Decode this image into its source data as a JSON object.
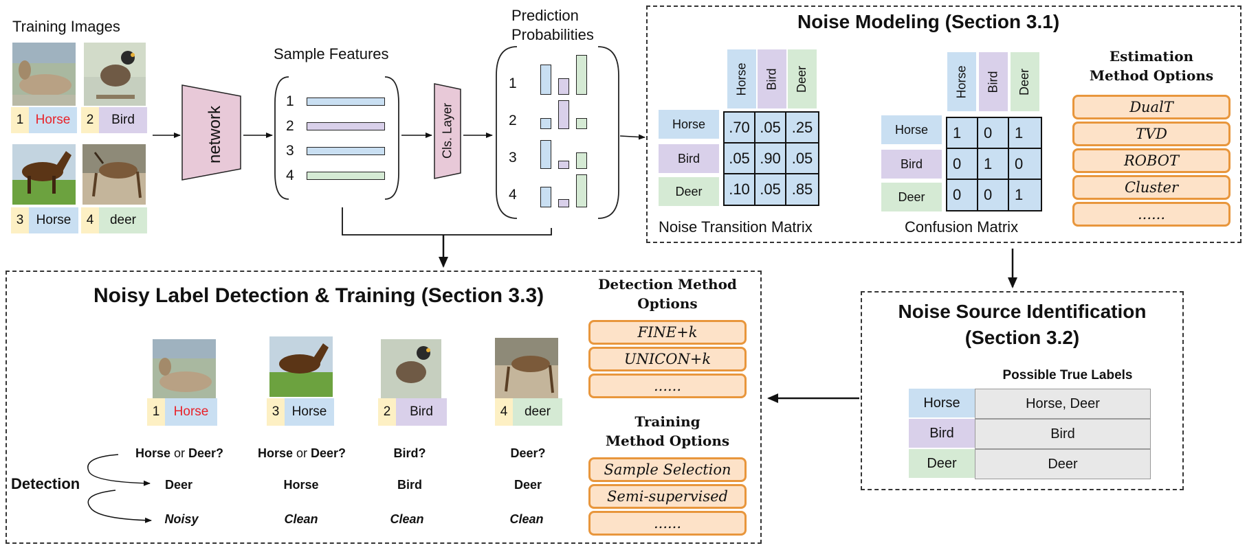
{
  "colors": {
    "blue": "#c9dff2",
    "purple": "#d9d0ea",
    "green": "#d5ead4",
    "yellow": "#fdf0c4",
    "pink": "#e8c9d8",
    "orange_fill": "#fde2c8",
    "orange_border": "#e8963c",
    "gray": "#e8e8e8",
    "red": "#e8232a"
  },
  "training": {
    "title": "Training Images",
    "items": [
      {
        "num": "1",
        "label": "Horse",
        "image": "deer-lying-photo"
      },
      {
        "num": "2",
        "label": "Bird",
        "image": "bird-photo"
      },
      {
        "num": "3",
        "label": "Horse",
        "image": "horse-running-photo"
      },
      {
        "num": "4",
        "label": "deer",
        "image": "antelope-photo"
      }
    ]
  },
  "network": {
    "label": "network"
  },
  "features": {
    "title": "Sample Features",
    "rows": [
      "1",
      "2",
      "3",
      "4"
    ]
  },
  "cls_layer": {
    "label": "Cls. Layer"
  },
  "probs": {
    "title_line1": "Prediction",
    "title_line2": "Probabilities",
    "rows": [
      "1",
      "2",
      "3",
      "4"
    ]
  },
  "noise_modeling": {
    "title": "Noise Modeling (Section 3.1)",
    "columns": [
      "Horse",
      "Bird",
      "Deer"
    ],
    "rows": [
      "Horse",
      "Bird",
      "Deer"
    ],
    "transition": [
      [
        ".70",
        ".05",
        ".25"
      ],
      [
        ".05",
        ".90",
        ".05"
      ],
      [
        ".10",
        ".05",
        ".85"
      ]
    ],
    "transition_caption": "Noise Transition Matrix",
    "confusion": [
      [
        "1",
        "0",
        "1"
      ],
      [
        "0",
        "1",
        "0"
      ],
      [
        "0",
        "0",
        "1"
      ]
    ],
    "confusion_caption": "Confusion Matrix",
    "estimation_title_line1": "Estimation",
    "estimation_title_line2": "Method Options",
    "estimation_options": [
      "DualT",
      "TVD",
      "ROBOT",
      "Cluster",
      "......"
    ]
  },
  "noise_source": {
    "title_line1": "Noise Source Identification",
    "title_line2": "(Section 3.2)",
    "header": "Possible True Labels",
    "rows": [
      {
        "label": "Horse",
        "value": "Horse, Deer"
      },
      {
        "label": "Bird",
        "value": "Bird"
      },
      {
        "label": "Deer",
        "value": "Deer"
      }
    ]
  },
  "detection": {
    "title": "Noisy Label Detection & Training (Section 3.3)",
    "detection_label": "Detection",
    "samples": [
      {
        "num": "1",
        "label": "Horse",
        "q_a": "Horse",
        "q_or": " or ",
        "q_b": "Deer?",
        "pred": "Deer",
        "status": "Noisy"
      },
      {
        "num": "3",
        "label": "Horse",
        "q_a": "Horse",
        "q_or": " or ",
        "q_b": "Deer?",
        "pred": "Horse",
        "status": "Clean"
      },
      {
        "num": "2",
        "label": "Bird",
        "q_a": "Bird?",
        "q_or": "",
        "q_b": "",
        "pred": "Bird",
        "status": "Clean"
      },
      {
        "num": "4",
        "label": "deer",
        "q_a": "Deer?",
        "q_or": "",
        "q_b": "",
        "pred": "Deer",
        "status": "Clean"
      }
    ],
    "detection_options_title_line1": "Detection Method",
    "detection_options_title_line2": "Options",
    "detection_options": [
      "FINE+k",
      "UNICON+k",
      "......"
    ],
    "training_options_title_line1": "Training",
    "training_options_title_line2": "Method Options",
    "training_options": [
      "Sample Selection",
      "Semi-supervised",
      "......"
    ]
  }
}
